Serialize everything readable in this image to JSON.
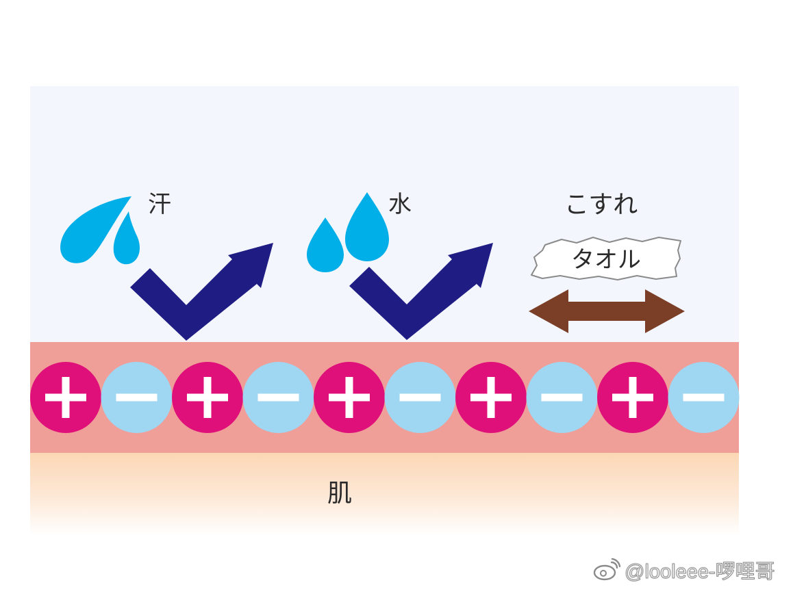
{
  "labels": {
    "sweat": "汗",
    "water": "水",
    "friction": "こすれ",
    "towel": "タオル",
    "skin": "肌"
  },
  "charges": [
    "+",
    "−",
    "+",
    "−",
    "+",
    "−",
    "+",
    "−",
    "+",
    "−"
  ],
  "colors": {
    "air_background": "#f3f7fd",
    "coating_layer": "#ef9e98",
    "positive_ion": "#e0107a",
    "negative_ion": "#9fd7f3",
    "droplet": "#00aee8",
    "repel_arrow": "#1f1c84",
    "friction_arrow": "#7b3f28",
    "skin_top": "#fcd7b4"
  },
  "watermark": {
    "text": "@looleee-啰哩哥",
    "icon": "weibo-icon"
  }
}
